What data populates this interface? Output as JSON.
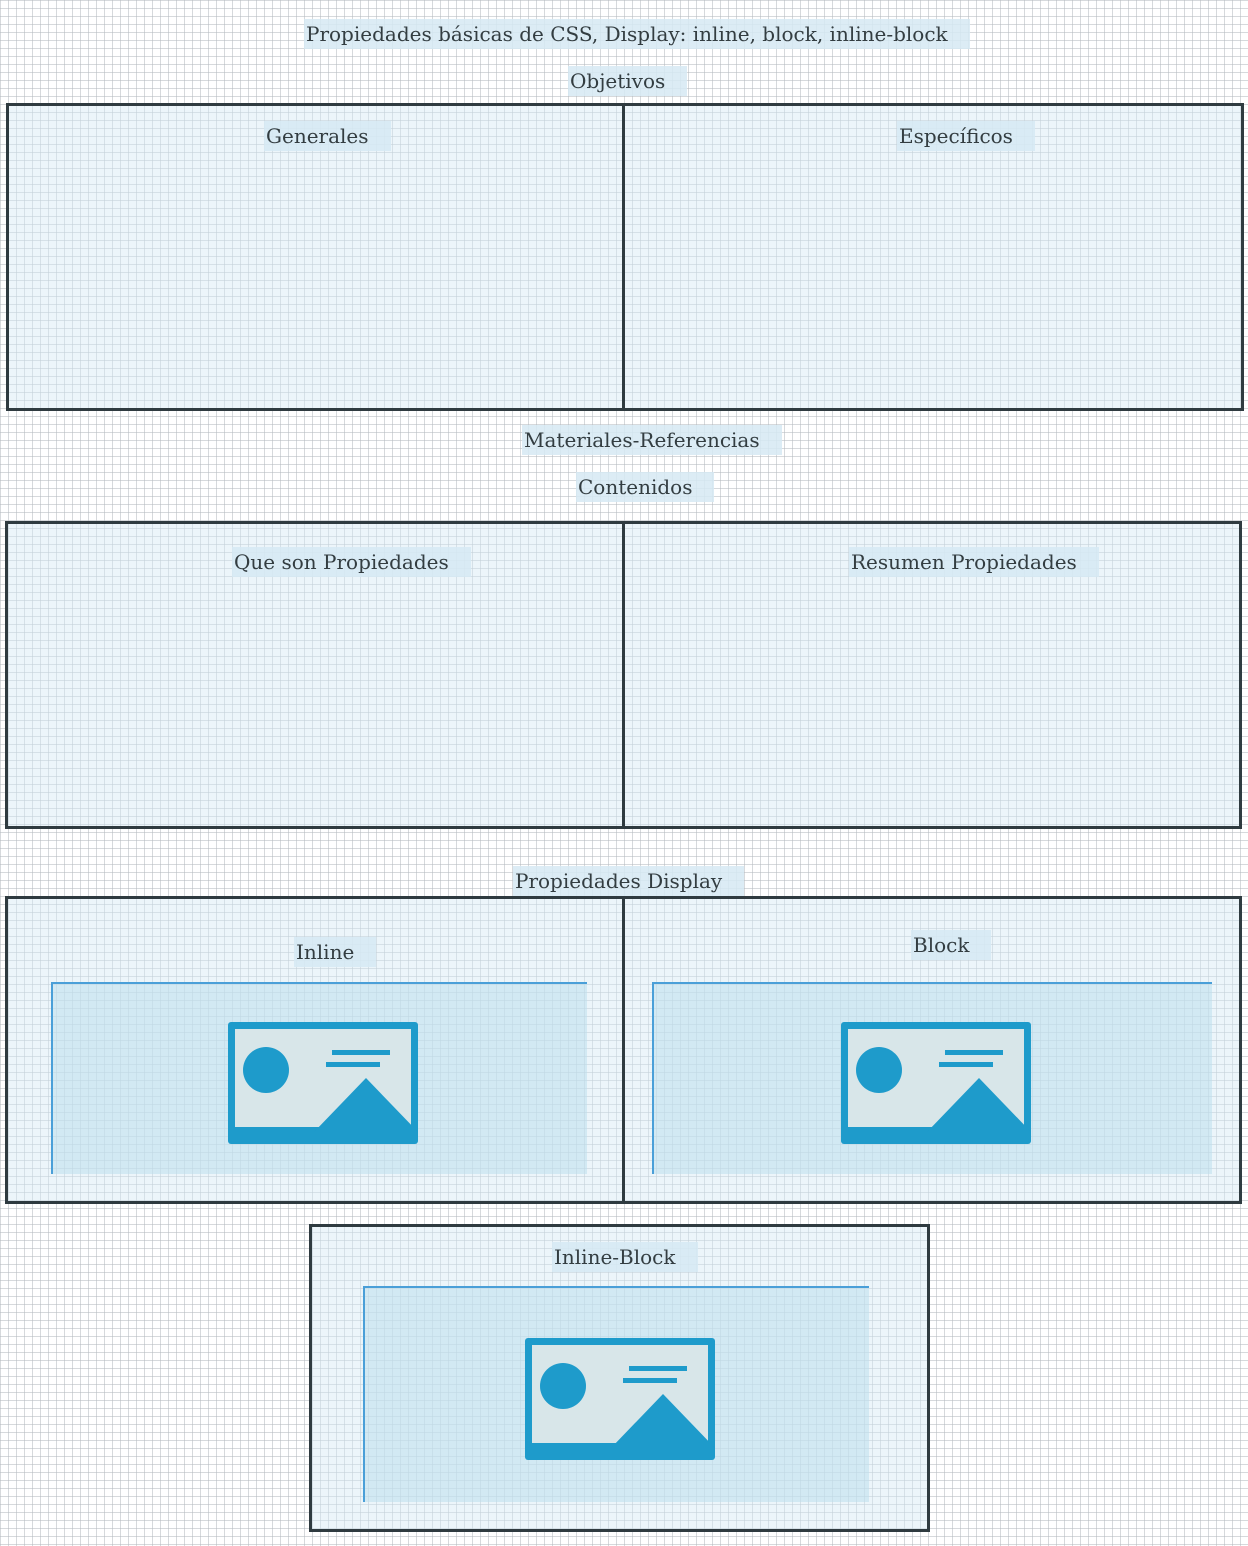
{
  "header": {
    "title": "Propiedades básicas de CSS, Display: inline, block, inline-block",
    "objectives_heading": "Objetivos"
  },
  "objectives": {
    "general_label": "Generales",
    "specific_label": "Específicos"
  },
  "materials_heading": "Materiales-Referencias",
  "contents_heading": "Contenidos",
  "contents": {
    "what_are_label": "Que son Propiedades",
    "summary_label": "Resumen Propiedades"
  },
  "display_heading": "Propiedades Display",
  "display": {
    "inline_label": "Inline",
    "block_label": "Block",
    "inline_block_label": "Inline-Block"
  },
  "icons": {
    "placeholder": "image-placeholder-icon"
  },
  "colors": {
    "box_border": "#2f3b40",
    "icon_blue": "#1e9bcb",
    "panel_fill": "#d5e9f4"
  }
}
